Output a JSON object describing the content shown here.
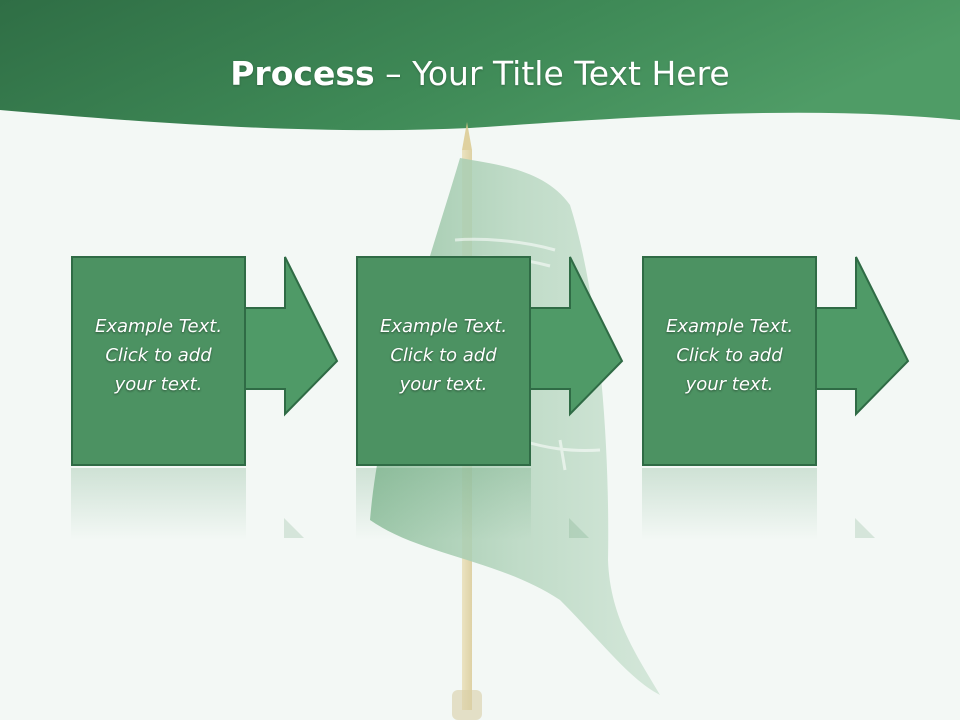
{
  "header": {
    "title_bold": "Process",
    "title_rest": " – Your Title Text Here"
  },
  "colors": {
    "header_green": "#3f8a57",
    "box_green": "#4c9262",
    "box_border": "#2f6b45",
    "arrow_green": "#4f9a67",
    "background": "#f3f8f5"
  },
  "steps": [
    {
      "text": "Example Text.\nClick  to add\nyour text."
    },
    {
      "text": "Example Text.\nClick  to add\nyour text."
    },
    {
      "text": "Example Text.\nClick  to add\nyour text."
    }
  ]
}
